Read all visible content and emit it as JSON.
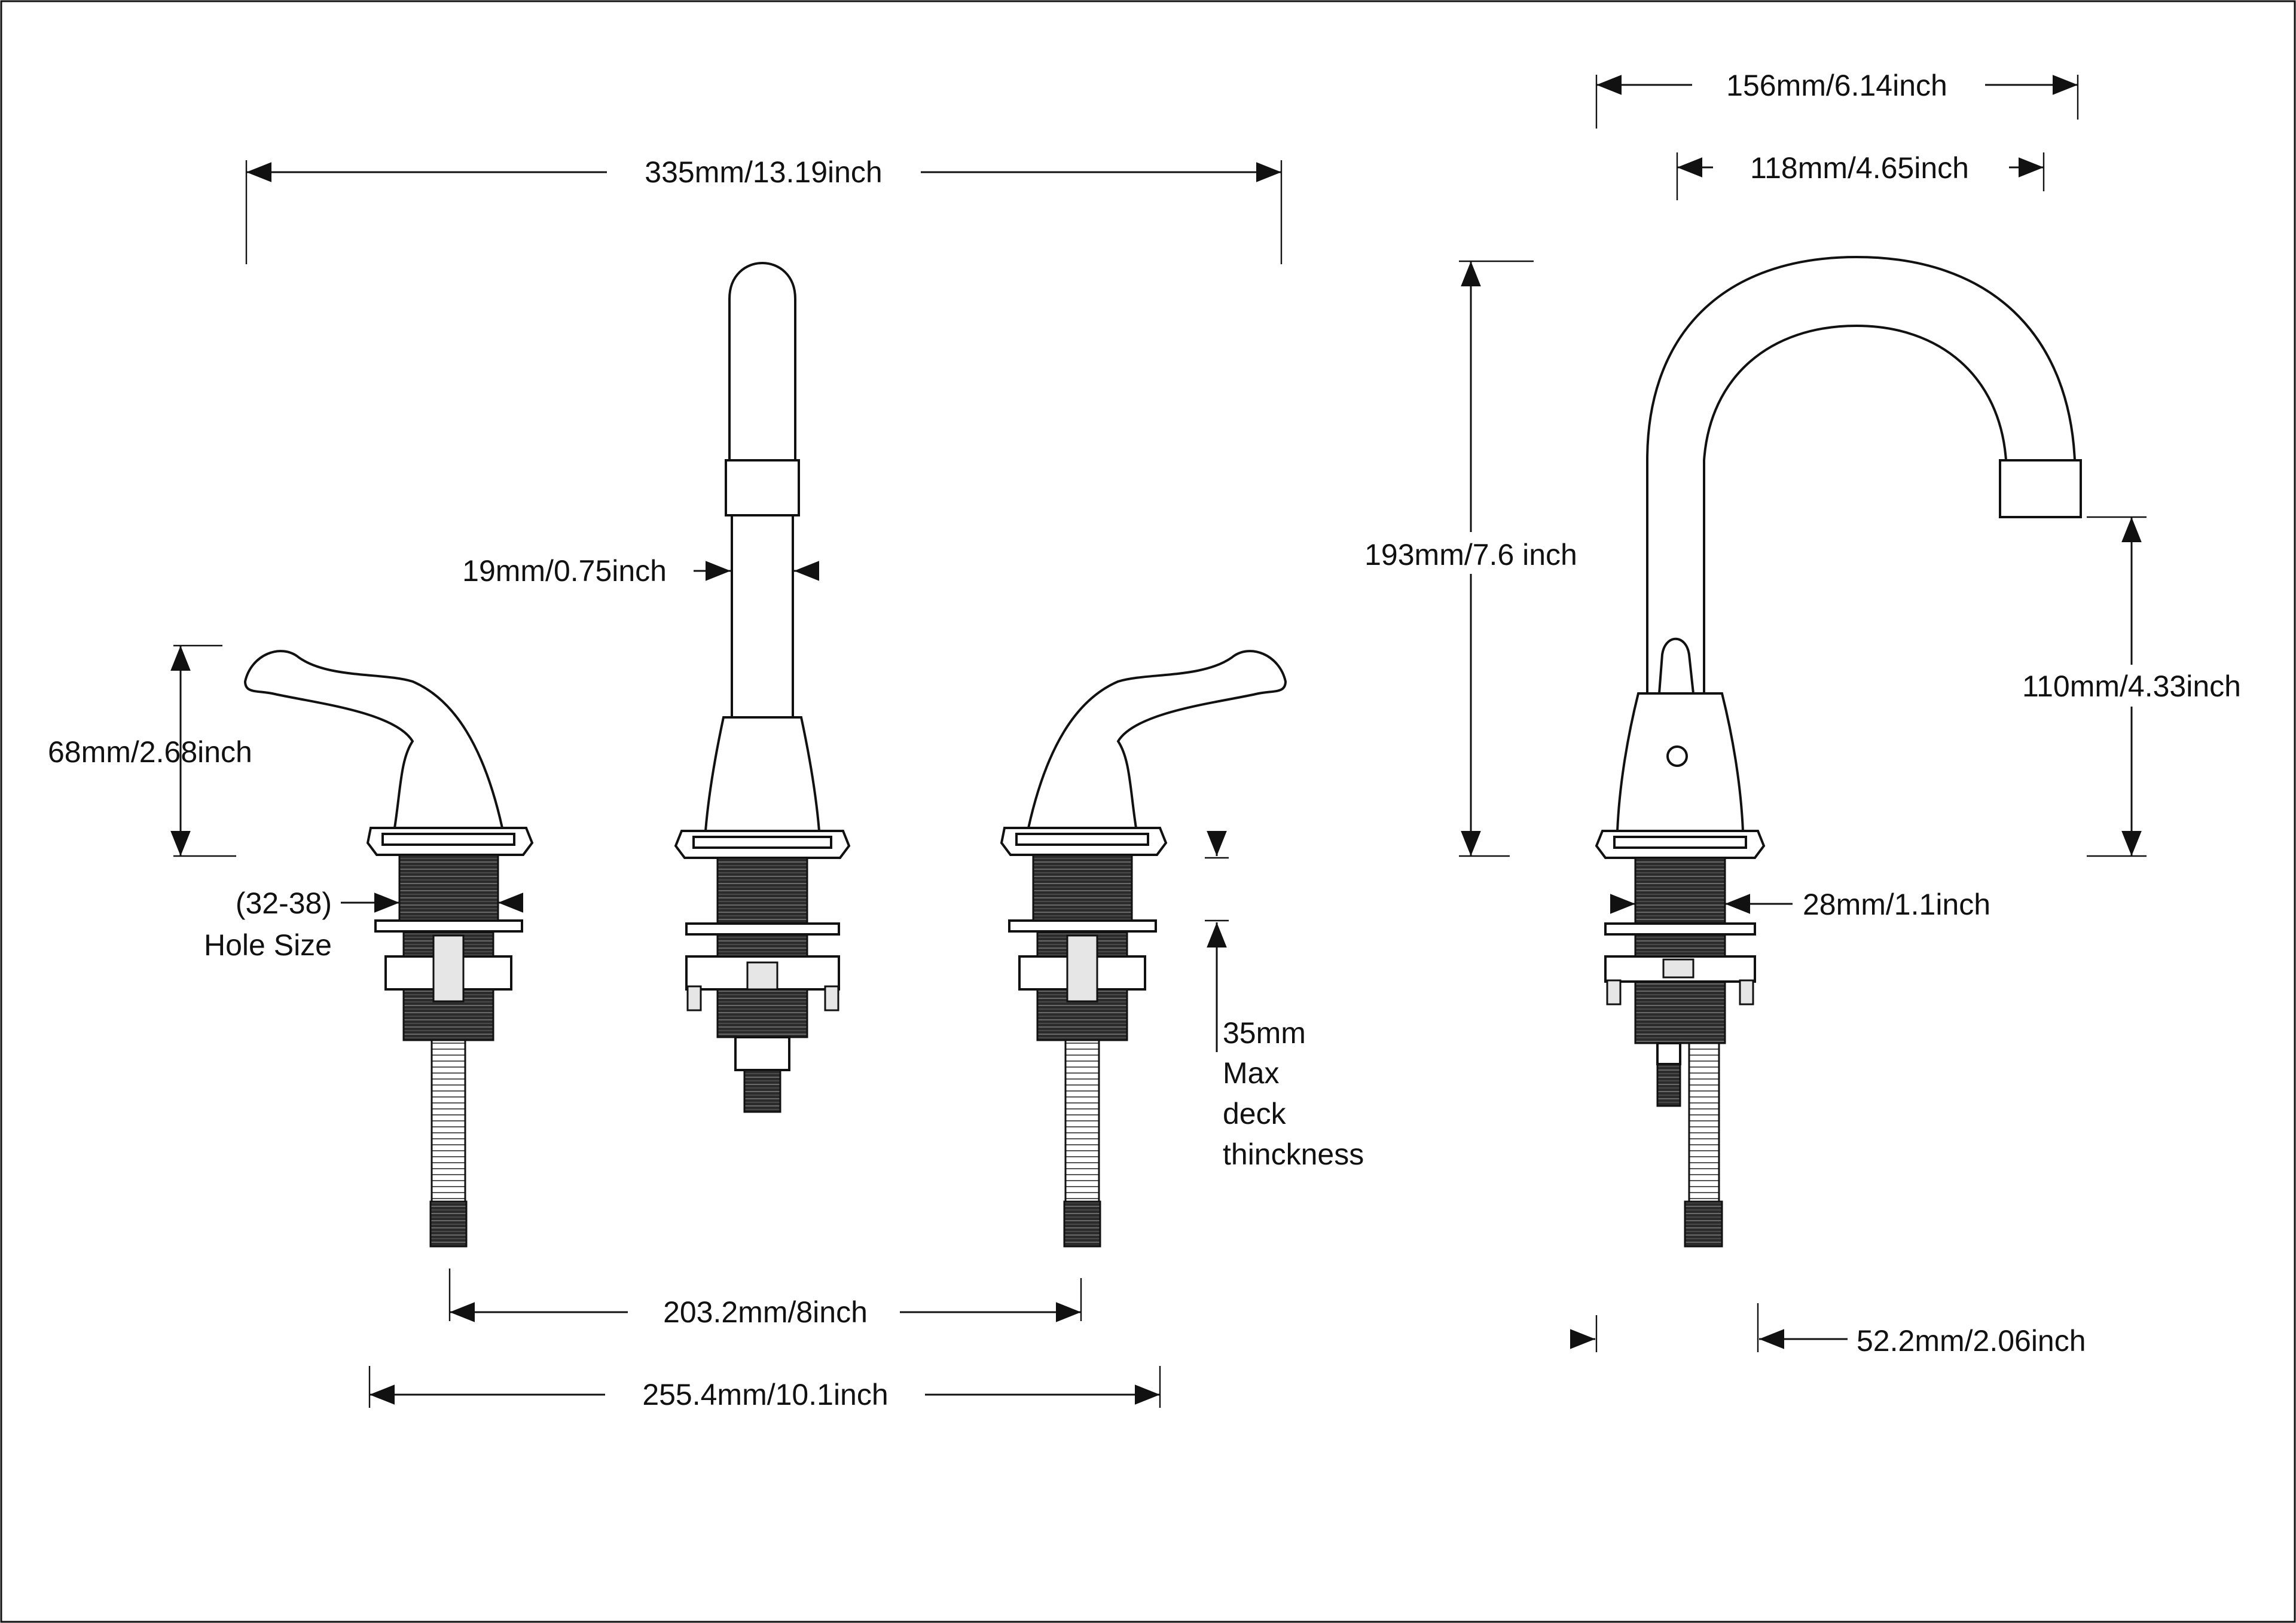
{
  "diagram": {
    "dimensions": {
      "overall_width": "335mm/13.19inch",
      "spout_diameter": "19mm/0.75inch",
      "handle_height": "68mm/2.68inch",
      "hole_size_range": "(32-38)",
      "hole_size_label": "Hole Size",
      "center_spacing": "203.2mm/8inch",
      "total_spread": "255.4mm/10.1inch",
      "deck_thickness_line1": "35mm",
      "deck_thickness_line2": "Max",
      "deck_thickness_line3": "deck",
      "deck_thickness_line4": "thinckness",
      "spout_reach": "156mm/6.14inch",
      "spout_reach_inner": "118mm/4.65inch",
      "spout_height": "193mm/7.6 inch",
      "spout_clearance": "110mm/4.33inch",
      "shank_diameter": "28mm/1.1inch",
      "base_offset": "52.2mm/2.06inch"
    }
  }
}
